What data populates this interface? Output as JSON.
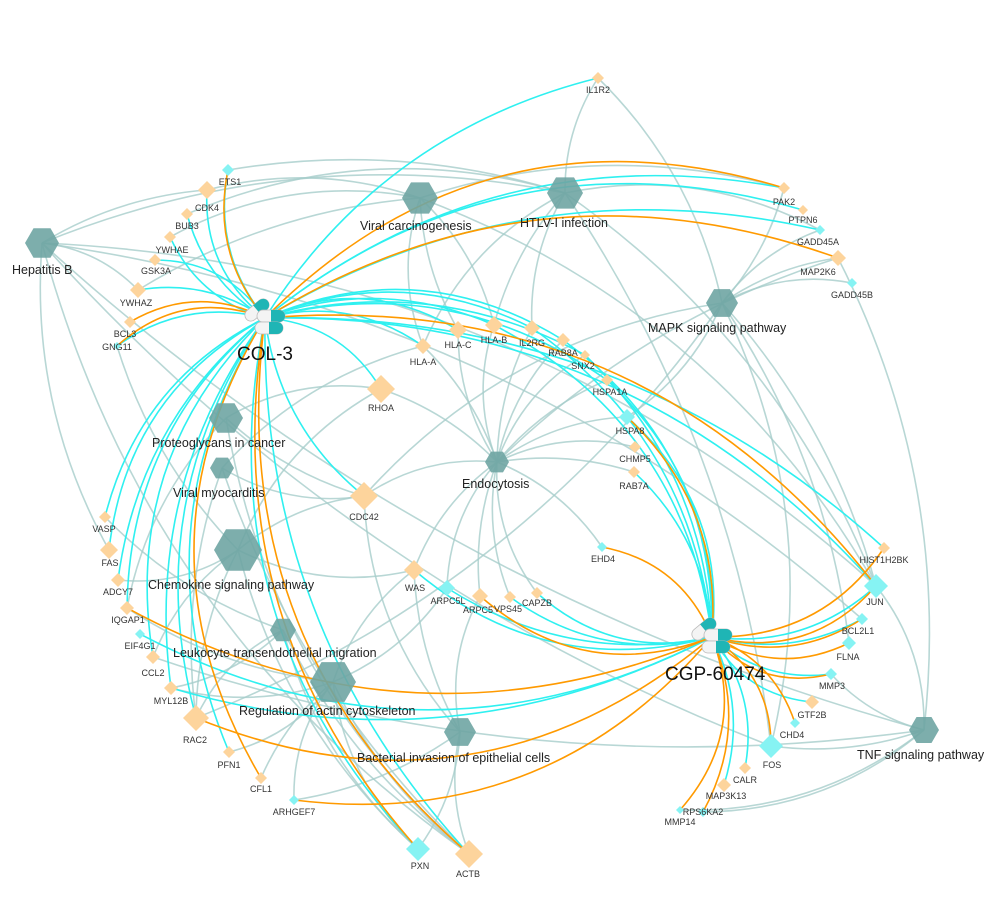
{
  "colors": {
    "gene_orange": "#fdd49c",
    "gene_cyan": "#86f3f3",
    "pathway": "#6fa5a3",
    "edge_pathway": "#a6cdca",
    "edge_cyan": "#2ff0f0",
    "edge_orange": "#ff9a00",
    "drug_teal": "#1fb5b5"
  },
  "drugs": [
    {
      "id": "COL-3",
      "label": "COL-3"
    },
    {
      "id": "CGP-60474",
      "label": "CGP-60474"
    }
  ],
  "pathways": [
    {
      "id": "Hepatitis B",
      "label": "Hepatitis B"
    },
    {
      "id": "Viral carcinogenesis",
      "label": "Viral carcinogenesis"
    },
    {
      "id": "HTLV-I infection",
      "label": "HTLV-I infection"
    },
    {
      "id": "MAPK signaling pathway",
      "label": "MAPK signaling pathway"
    },
    {
      "id": "Proteoglycans in cancer",
      "label": "Proteoglycans in cancer"
    },
    {
      "id": "Viral myocarditis",
      "label": "Viral myocarditis"
    },
    {
      "id": "Endocytosis",
      "label": "Endocytosis"
    },
    {
      "id": "Chemokine signaling pathway",
      "label": "Chemokine signaling pathway"
    },
    {
      "id": "Leukocyte transendothelial migration",
      "label": "Leukocyte transendothelial migration"
    },
    {
      "id": "Regulation of actin cytoskeleton",
      "label": "Regulation of actin cytoskeleton"
    },
    {
      "id": "Bacterial invasion of epithelial cells",
      "label": "Bacterial invasion of epithelial cells"
    },
    {
      "id": "TNF signaling pathway",
      "label": "TNF signaling pathway"
    }
  ],
  "genes": [
    {
      "id": "IL1R2",
      "color": "orange"
    },
    {
      "id": "ETS1",
      "color": "cyan"
    },
    {
      "id": "CDK4",
      "color": "orange"
    },
    {
      "id": "BUB3",
      "color": "orange"
    },
    {
      "id": "YWHAE",
      "color": "orange"
    },
    {
      "id": "GSK3A",
      "color": "orange"
    },
    {
      "id": "YWHAZ",
      "color": "orange"
    },
    {
      "id": "BCL3",
      "color": "orange"
    },
    {
      "id": "GNG11",
      "color": "cyan"
    },
    {
      "id": "HLA-A",
      "color": "orange"
    },
    {
      "id": "HLA-C",
      "color": "orange"
    },
    {
      "id": "HLA-B",
      "color": "orange"
    },
    {
      "id": "IL2RG",
      "color": "orange"
    },
    {
      "id": "RAB8A",
      "color": "orange"
    },
    {
      "id": "SNX2",
      "color": "orange"
    },
    {
      "id": "HSPA1A",
      "color": "orange"
    },
    {
      "id": "HSPA8",
      "color": "cyan"
    },
    {
      "id": "CHMP5",
      "color": "orange"
    },
    {
      "id": "RAB7A",
      "color": "orange"
    },
    {
      "id": "EHD4",
      "color": "cyan"
    },
    {
      "id": "RHOA",
      "color": "orange"
    },
    {
      "id": "CDC42",
      "color": "orange"
    },
    {
      "id": "WAS",
      "color": "orange"
    },
    {
      "id": "ARPC5L",
      "color": "cyan"
    },
    {
      "id": "ARPC5",
      "color": "orange"
    },
    {
      "id": "VPS45",
      "color": "orange"
    },
    {
      "id": "CAPZB",
      "color": "orange"
    },
    {
      "id": "PAK2",
      "color": "orange"
    },
    {
      "id": "PTPN6",
      "color": "orange"
    },
    {
      "id": "GADD45A",
      "color": "cyan"
    },
    {
      "id": "MAP2K6",
      "color": "orange"
    },
    {
      "id": "GADD45B",
      "color": "cyan"
    },
    {
      "id": "HIST1H2BK",
      "color": "orange"
    },
    {
      "id": "JUN",
      "color": "cyan"
    },
    {
      "id": "BCL2L1",
      "color": "cyan"
    },
    {
      "id": "FLNA",
      "color": "cyan"
    },
    {
      "id": "MMP3",
      "color": "cyan"
    },
    {
      "id": "GTF2B",
      "color": "orange"
    },
    {
      "id": "CHD4",
      "color": "cyan"
    },
    {
      "id": "FOS",
      "color": "cyan"
    },
    {
      "id": "CALR",
      "color": "orange"
    },
    {
      "id": "MAP3K13",
      "color": "orange"
    },
    {
      "id": "RPS6KA2",
      "color": "cyan"
    },
    {
      "id": "MMP14",
      "color": "cyan"
    },
    {
      "id": "VASP",
      "color": "orange"
    },
    {
      "id": "FAS",
      "color": "orange"
    },
    {
      "id": "ADCY7",
      "color": "orange"
    },
    {
      "id": "IQGAP1",
      "color": "orange"
    },
    {
      "id": "EIF4G1",
      "color": "cyan"
    },
    {
      "id": "CCL2",
      "color": "orange"
    },
    {
      "id": "MYL12B",
      "color": "orange"
    },
    {
      "id": "RAC2",
      "color": "orange"
    },
    {
      "id": "PFN1",
      "color": "orange"
    },
    {
      "id": "CFL1",
      "color": "orange"
    },
    {
      "id": "ARHGEF7",
      "color": "cyan"
    },
    {
      "id": "PXN",
      "color": "cyan"
    },
    {
      "id": "ACTB",
      "color": "orange"
    }
  ],
  "edges_cyan": [
    [
      "COL-3",
      "IL1R2"
    ],
    [
      "COL-3",
      "ETS1"
    ],
    [
      "COL-3",
      "CDK4"
    ],
    [
      "COL-3",
      "BUB3"
    ],
    [
      "COL-3",
      "YWHAE"
    ],
    [
      "COL-3",
      "GSK3A"
    ],
    [
      "COL-3",
      "YWHAZ"
    ],
    [
      "COL-3",
      "HLA-A"
    ],
    [
      "COL-3",
      "HLA-C"
    ],
    [
      "COL-3",
      "HLA-B"
    ],
    [
      "COL-3",
      "IL2RG"
    ],
    [
      "COL-3",
      "RAB8A"
    ],
    [
      "COL-3",
      "SNX2"
    ],
    [
      "COL-3",
      "HSPA1A"
    ],
    [
      "COL-3",
      "RHOA"
    ],
    [
      "COL-3",
      "CDC42"
    ],
    [
      "COL-3",
      "PAK2"
    ],
    [
      "COL-3",
      "PTPN6"
    ],
    [
      "COL-3",
      "GADD45A"
    ],
    [
      "COL-3",
      "VASP"
    ],
    [
      "COL-3",
      "FAS"
    ],
    [
      "COL-3",
      "ADCY7"
    ],
    [
      "COL-3",
      "IQGAP1"
    ],
    [
      "COL-3",
      "CCL2"
    ],
    [
      "COL-3",
      "MYL12B"
    ],
    [
      "COL-3",
      "RAC2"
    ],
    [
      "COL-3",
      "PFN1"
    ],
    [
      "COL-3",
      "HIST1H2BK"
    ],
    [
      "COL-3",
      "JUN"
    ],
    [
      "COL-3",
      "PXN"
    ],
    [
      "COL-3",
      "ACTB"
    ],
    [
      "COL-3",
      "GNG11"
    ],
    [
      "CGP-60474",
      "HSPA8"
    ],
    [
      "CGP-60474",
      "RAB7A"
    ],
    [
      "CGP-60474",
      "HSPA1A"
    ],
    [
      "CGP-60474",
      "RAB8A"
    ],
    [
      "CGP-60474",
      "SNX2"
    ],
    [
      "CGP-60474",
      "IL2RG"
    ],
    [
      "CGP-60474",
      "WAS"
    ],
    [
      "CGP-60474",
      "ARPC5L"
    ],
    [
      "CGP-60474",
      "VPS45"
    ],
    [
      "CGP-60474",
      "CAPZB"
    ],
    [
      "CGP-60474",
      "BCL2L1"
    ],
    [
      "CGP-60474",
      "MMP3"
    ],
    [
      "CGP-60474",
      "GTF2B"
    ],
    [
      "CGP-60474",
      "MAP3K13"
    ],
    [
      "CGP-60474",
      "CALR"
    ],
    [
      "CGP-60474",
      "EIF4G1"
    ],
    [
      "CGP-60474",
      "MYL12B"
    ],
    [
      "CGP-60474",
      "JUN"
    ],
    [
      "CGP-60474",
      "HLA-B"
    ]
  ],
  "edges_orange": [
    [
      "COL-3",
      "ETS1"
    ],
    [
      "COL-3",
      "BCL3"
    ],
    [
      "COL-3",
      "GNG11"
    ],
    [
      "COL-3",
      "MAP2K6"
    ],
    [
      "COL-3",
      "JUN"
    ],
    [
      "COL-3",
      "CFL1"
    ],
    [
      "COL-3",
      "PXN"
    ],
    [
      "COL-3",
      "ACTB"
    ],
    [
      "COL-3",
      "PAK2"
    ],
    [
      "CGP-60474",
      "HSPA8"
    ],
    [
      "CGP-60474",
      "EHD4"
    ],
    [
      "CGP-60474",
      "JUN"
    ],
    [
      "CGP-60474",
      "BCL2L1"
    ],
    [
      "CGP-60474",
      "FLNA"
    ],
    [
      "CGP-60474",
      "MMP3"
    ],
    [
      "CGP-60474",
      "CHD4"
    ],
    [
      "CGP-60474",
      "FOS"
    ],
    [
      "CGP-60474",
      "MMP14"
    ],
    [
      "CGP-60474",
      "RPS6KA2"
    ],
    [
      "CGP-60474",
      "HIST1H2BK"
    ],
    [
      "CGP-60474",
      "ARPC5"
    ],
    [
      "CGP-60474",
      "IQGAP1"
    ],
    [
      "CGP-60474",
      "ARHGEF7"
    ],
    [
      "CGP-60474",
      "RAC2"
    ]
  ],
  "edges_pathway": [
    [
      "Endocytosis",
      "HLA-A"
    ],
    [
      "Endocytosis",
      "HLA-C"
    ],
    [
      "Endocytosis",
      "HLA-B"
    ],
    [
      "Endocytosis",
      "IL2RG"
    ],
    [
      "Endocytosis",
      "RAB8A"
    ],
    [
      "Endocytosis",
      "SNX2"
    ],
    [
      "Endocytosis",
      "HSPA1A"
    ],
    [
      "Endocytosis",
      "HSPA8"
    ],
    [
      "Endocytosis",
      "CHMP5"
    ],
    [
      "Endocytosis",
      "RAB7A"
    ],
    [
      "Endocytosis",
      "EHD4"
    ],
    [
      "Endocytosis",
      "CDC42"
    ],
    [
      "Endocytosis",
      "RHOA"
    ],
    [
      "Endocytosis",
      "WAS"
    ],
    [
      "Endocytosis",
      "ARPC5L"
    ],
    [
      "Endocytosis",
      "ARPC5"
    ],
    [
      "Endocytosis",
      "VPS45"
    ],
    [
      "Endocytosis",
      "CAPZB"
    ],
    [
      "Endocytosis",
      "MAP2K6"
    ],
    [
      "Viral carcinogenesis",
      "CDK4"
    ],
    [
      "Viral carcinogenesis",
      "HLA-A"
    ],
    [
      "Viral carcinogenesis",
      "HLA-C"
    ],
    [
      "Viral carcinogenesis",
      "HLA-B"
    ],
    [
      "Viral carcinogenesis",
      "YWHAE"
    ],
    [
      "Viral carcinogenesis",
      "YWHAZ"
    ],
    [
      "Viral carcinogenesis",
      "PAK2"
    ],
    [
      "Viral carcinogenesis",
      "JUN"
    ],
    [
      "HTLV-I infection",
      "ETS1"
    ],
    [
      "HTLV-I infection",
      "IL2RG"
    ],
    [
      "HTLV-I infection",
      "HLA-A"
    ],
    [
      "HTLV-I infection",
      "HLA-B"
    ],
    [
      "HTLV-I infection",
      "IL1R2"
    ],
    [
      "HTLV-I infection",
      "GADD45A"
    ],
    [
      "HTLV-I infection",
      "FOS"
    ],
    [
      "HTLV-I infection",
      "JUN"
    ],
    [
      "HTLV-I infection",
      "BUB3"
    ],
    [
      "MAPK signaling pathway",
      "PAK2"
    ],
    [
      "MAPK signaling pathway",
      "GADD45A"
    ],
    [
      "MAPK signaling pathway",
      "GADD45B"
    ],
    [
      "MAPK signaling pathway",
      "MAP2K6"
    ],
    [
      "MAPK signaling pathway",
      "IL1R2"
    ],
    [
      "MAPK signaling pathway",
      "FOS"
    ],
    [
      "MAPK signaling pathway",
      "JUN"
    ],
    [
      "MAPK signaling pathway",
      "RAC2"
    ],
    [
      "MAPK signaling pathway",
      "CDC42"
    ],
    [
      "MAPK signaling pathway",
      "FLNA"
    ],
    [
      "MAPK signaling pathway",
      "HSPA8"
    ],
    [
      "Hepatitis B",
      "YWHAZ"
    ],
    [
      "Hepatitis B",
      "CDK4"
    ],
    [
      "Hepatitis B",
      "FAS"
    ],
    [
      "Hepatitis B",
      "JUN"
    ],
    [
      "Hepatitis B",
      "FOS"
    ],
    [
      "Hepatitis B",
      "BCL2L1"
    ],
    [
      "Proteoglycans in cancer",
      "RHOA"
    ],
    [
      "Proteoglycans in cancer",
      "CDC42"
    ],
    [
      "Proteoglycans in cancer",
      "IQGAP1"
    ],
    [
      "Proteoglycans in cancer",
      "ACTB"
    ],
    [
      "Viral myocarditis",
      "RAC2"
    ],
    [
      "Viral myocarditis",
      "HLA-A"
    ],
    [
      "Viral myocarditis",
      "CDC42"
    ],
    [
      "Viral myocarditis",
      "ACTB"
    ],
    [
      "Chemokine signaling pathway",
      "CCL2"
    ],
    [
      "Chemokine signaling pathway",
      "ADCY7"
    ],
    [
      "Chemokine signaling pathway",
      "RAC2"
    ],
    [
      "Chemokine signaling pathway",
      "CDC42"
    ],
    [
      "Chemokine signaling pathway",
      "WAS"
    ],
    [
      "Chemokine signaling pathway",
      "GNG11"
    ],
    [
      "Chemokine signaling pathway",
      "PXN"
    ],
    [
      "Chemokine signaling pathway",
      "RHOA"
    ],
    [
      "Leukocyte transendothelial migration",
      "VASP"
    ],
    [
      "Leukocyte transendothelial migration",
      "MYL12B"
    ],
    [
      "Leukocyte transendothelial migration",
      "RAC2"
    ],
    [
      "Leukocyte transendothelial migration",
      "ACTB"
    ],
    [
      "Leukocyte transendothelial migration",
      "PXN"
    ],
    [
      "Regulation of actin cytoskeleton",
      "PFN1"
    ],
    [
      "Regulation of actin cytoskeleton",
      "CFL1"
    ],
    [
      "Regulation of actin cytoskeleton",
      "MYL12B"
    ],
    [
      "Regulation of actin cytoskeleton",
      "ARHGEF7"
    ],
    [
      "Regulation of actin cytoskeleton",
      "IQGAP1"
    ],
    [
      "Regulation of actin cytoskeleton",
      "ARPC5L"
    ],
    [
      "Regulation of actin cytoskeleton",
      "PXN"
    ],
    [
      "Regulation of actin cytoskeleton",
      "ACTB"
    ],
    [
      "Regulation of actin cytoskeleton",
      "WAS"
    ],
    [
      "Bacterial invasion of epithelial cells",
      "ARPC5"
    ],
    [
      "Bacterial invasion of epithelial cells",
      "ARHGEF7"
    ],
    [
      "Bacterial invasion of epithelial cells",
      "PXN"
    ],
    [
      "Bacterial invasion of epithelial cells",
      "CDC42"
    ],
    [
      "Bacterial invasion of epithelial cells",
      "WAS"
    ],
    [
      "Bacterial invasion of epithelial cells",
      "ACTB"
    ],
    [
      "TNF signaling pathway",
      "JUN"
    ],
    [
      "TNF signaling pathway",
      "FOS"
    ],
    [
      "TNF signaling pathway",
      "MMP3"
    ],
    [
      "TNF signaling pathway",
      "MMP14"
    ],
    [
      "TNF signaling pathway",
      "CCL2"
    ],
    [
      "TNF signaling pathway",
      "MAP2K6"
    ],
    [
      "TNF signaling pathway",
      "RPS6KA2"
    ],
    [
      "Hepatitis B",
      "TNF signaling pathway"
    ],
    [
      "Hepatitis B",
      "HTLV-I infection"
    ],
    [
      "Hepatitis B",
      "ACTB"
    ]
  ]
}
